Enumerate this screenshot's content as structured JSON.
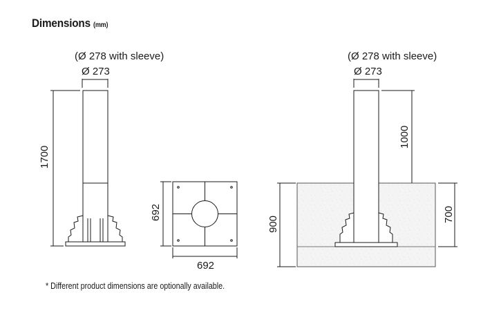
{
  "title": {
    "text": "Dimensions",
    "unit": "(mm)"
  },
  "views": {
    "side": {
      "diameter_label": "Ø 273",
      "sleeve_label": "(Ø 278 with sleeve)",
      "height_label": "1700"
    },
    "base_plate": {
      "width_label": "692",
      "height_label": "692"
    },
    "installed": {
      "diameter_label": "Ø 273",
      "sleeve_label": "(Ø 278 with sleeve)",
      "above_ground_label": "1000",
      "foundation_depth_label": "900",
      "embed_depth_label": "700"
    }
  },
  "footnote": "* Different product dimensions are optionally available.",
  "colors": {
    "line": "#1a1a1a",
    "concrete": "#f3f3f3",
    "concrete_speckle": "#d9d9d9"
  }
}
